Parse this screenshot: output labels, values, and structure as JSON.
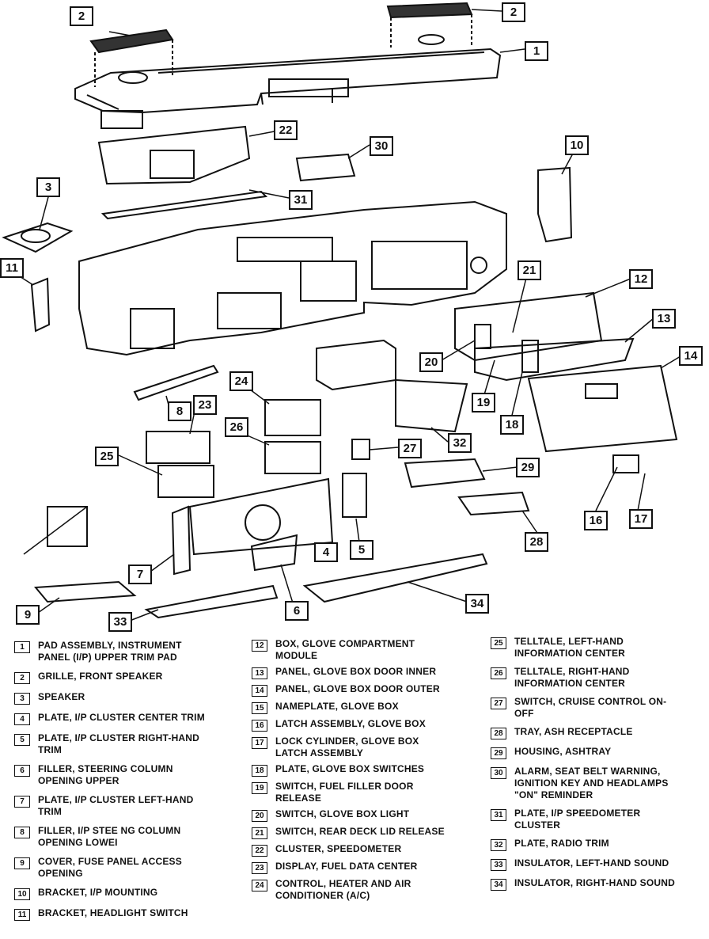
{
  "callouts": [
    {
      "id": "c1",
      "label": "1"
    },
    {
      "id": "c2a",
      "label": "2"
    },
    {
      "id": "c2b",
      "label": "2"
    },
    {
      "id": "c3",
      "label": "3"
    },
    {
      "id": "c4",
      "label": "4"
    },
    {
      "id": "c5",
      "label": "5"
    },
    {
      "id": "c6",
      "label": "6"
    },
    {
      "id": "c7",
      "label": "7"
    },
    {
      "id": "c8",
      "label": "8"
    },
    {
      "id": "c9",
      "label": "9"
    },
    {
      "id": "c10",
      "label": "10"
    },
    {
      "id": "c11",
      "label": "11"
    },
    {
      "id": "c12",
      "label": "12"
    },
    {
      "id": "c13",
      "label": "13"
    },
    {
      "id": "c14",
      "label": "14"
    },
    {
      "id": "c16",
      "label": "16"
    },
    {
      "id": "c17",
      "label": "17"
    },
    {
      "id": "c18",
      "label": "18"
    },
    {
      "id": "c19",
      "label": "19"
    },
    {
      "id": "c20",
      "label": "20"
    },
    {
      "id": "c21",
      "label": "21"
    },
    {
      "id": "c22",
      "label": "22"
    },
    {
      "id": "c23",
      "label": "23"
    },
    {
      "id": "c24",
      "label": "24"
    },
    {
      "id": "c25",
      "label": "25"
    },
    {
      "id": "c26",
      "label": "26"
    },
    {
      "id": "c27",
      "label": "27"
    },
    {
      "id": "c28",
      "label": "28"
    },
    {
      "id": "c29",
      "label": "29"
    },
    {
      "id": "c30",
      "label": "30"
    },
    {
      "id": "c31",
      "label": "31"
    },
    {
      "id": "c32",
      "label": "32"
    },
    {
      "id": "c33",
      "label": "33"
    },
    {
      "id": "c34",
      "label": "34"
    }
  ],
  "legend": {
    "col1": [
      {
        "num": "1",
        "text": "PAD ASSEMBLY, INSTRUMENT\nPANEL (I/P) UPPER TRIM PAD"
      },
      {
        "num": "2",
        "text": "GRILLE, FRONT SPEAKER"
      },
      {
        "num": "3",
        "text": "SPEAKER"
      },
      {
        "num": "4",
        "text": "PLATE, I/P CLUSTER CENTER TRIM"
      },
      {
        "num": "5",
        "text": "PLATE, I/P CLUSTER RIGHT-HAND\nTRIM"
      },
      {
        "num": "6",
        "text": "FILLER, STEERING COLUMN\nOPENING UPPER"
      },
      {
        "num": "7",
        "text": "PLATE, I/P CLUSTER LEFT-HAND\nTRIM"
      },
      {
        "num": "8",
        "text": "FILLER, I/P STEE    NG COLUMN\nOPENING LOWEI"
      },
      {
        "num": "9",
        "text": "COVER, FUSE PANEL ACCESS\nOPENING"
      },
      {
        "num": "10",
        "text": "BRACKET, I/P MOUNTING"
      },
      {
        "num": "11",
        "text": "BRACKET, HEADLIGHT SWITCH"
      }
    ],
    "col2": [
      {
        "num": "12",
        "text": "BOX, GLOVE COMPARTMENT\nMODULE"
      },
      {
        "num": "13",
        "text": "PANEL, GLOVE BOX DOOR INNER"
      },
      {
        "num": "14",
        "text": "PANEL, GLOVE BOX DOOR OUTER"
      },
      {
        "num": "15",
        "text": "NAMEPLATE, GLOVE BOX"
      },
      {
        "num": "16",
        "text": "LATCH ASSEMBLY, GLOVE BOX"
      },
      {
        "num": "17",
        "text": "LOCK CYLINDER, GLOVE BOX\nLATCH ASSEMBLY"
      },
      {
        "num": "18",
        "text": "PLATE, GLOVE BOX SWITCHES"
      },
      {
        "num": "19",
        "text": "SWITCH, FUEL FILLER DOOR\nRELEASE"
      },
      {
        "num": "20",
        "text": "SWITCH, GLOVE BOX LIGHT"
      },
      {
        "num": "21",
        "text": "SWITCH, REAR DECK LID RELEASE"
      },
      {
        "num": "22",
        "text": "CLUSTER, SPEEDOMETER"
      },
      {
        "num": "23",
        "text": "DISPLAY, FUEL DATA CENTER"
      },
      {
        "num": "24",
        "text": "CONTROL, HEATER AND AIR\nCONDITIONER (A/C)"
      }
    ],
    "col3": [
      {
        "num": "25",
        "text": "TELLTALE, LEFT-HAND\nINFORMATION CENTER"
      },
      {
        "num": "26",
        "text": "TELLTALE, RIGHT-HAND\nINFORMATION CENTER"
      },
      {
        "num": "27",
        "text": "SWITCH, CRUISE CONTROL ON-\nOFF"
      },
      {
        "num": "28",
        "text": "TRAY, ASH RECEPTACLE"
      },
      {
        "num": "29",
        "text": "HOUSING, ASHTRAY"
      },
      {
        "num": "30",
        "text": "ALARM, SEAT BELT WARNING,\nIGNITION KEY AND HEADLAMPS\n\"ON\" REMINDER"
      },
      {
        "num": "31",
        "text": "PLATE, I/P SPEEDOMETER\nCLUSTER"
      },
      {
        "num": "32",
        "text": "PLATE, RADIO TRIM"
      },
      {
        "num": "33",
        "text": "INSULATOR, LEFT-HAND SOUND"
      },
      {
        "num": "34",
        "text": "INSULATOR, RIGHT-HAND SOUND"
      }
    ]
  }
}
